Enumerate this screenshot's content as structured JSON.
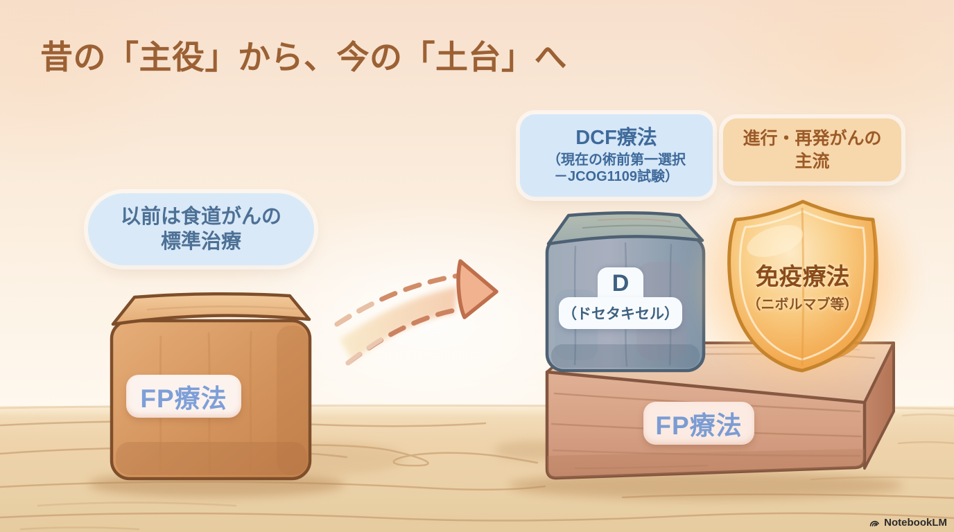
{
  "title": "昔の「主役」から、今の「土台」へ",
  "past": {
    "bubble": {
      "line1": "以前は食道がんの",
      "line2": "標準治療"
    },
    "cube_label": "FP療法"
  },
  "present": {
    "dcf_box": {
      "title": "DCF療法",
      "sub_line1": "（現在の術前第一選択",
      "sub_line2": "－JCOG1109試験）"
    },
    "mainstream_box": {
      "line1": "進行・再発がんの",
      "line2": "主流"
    },
    "docetaxel": {
      "label": "D",
      "sub": "（ドセタキセル）"
    },
    "immunotherapy": {
      "title": "免疫療法",
      "sub": "（ニボルマブ等）"
    },
    "plank_label": "FP療法"
  },
  "watermark": {
    "label": "NotebookLM"
  },
  "colors": {
    "title_text": "#9b6134",
    "bubble_bg": "#d9e9f8",
    "bubble_text": "#4d7095",
    "dcf_bg": "#d6e7f8",
    "dcf_text": "#3f6a9a",
    "mainstream_bg": "#f7d7ac",
    "mainstream_text": "#9b5a27",
    "shield_gold": "#f3ab52",
    "shield_text": "#8a4c1a",
    "fp_label_text": "#7c9ed6",
    "wood_orange": "#d3935c",
    "wood_blue": "#9fabb8",
    "wood_pink": "#d6a084",
    "floor": "#eed3ab",
    "wall_top": "#f7dfcc"
  }
}
